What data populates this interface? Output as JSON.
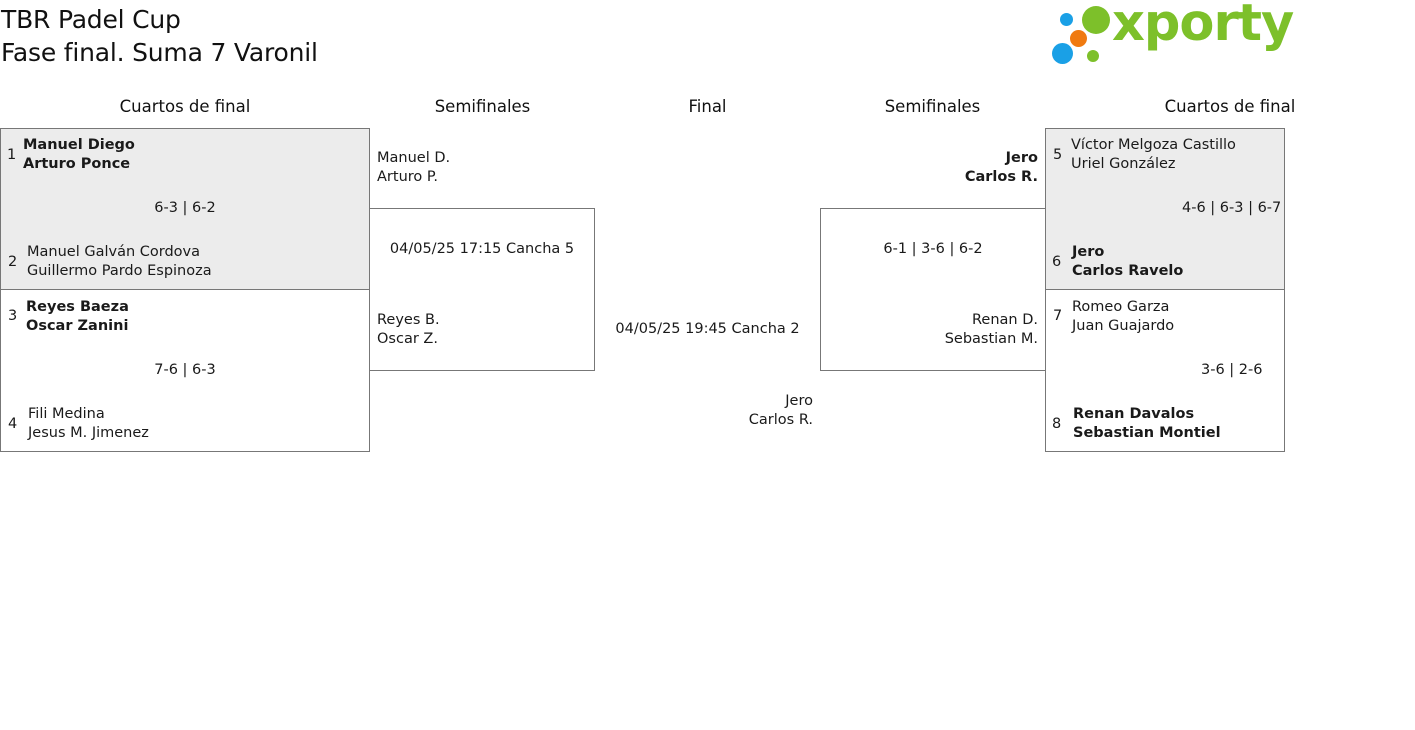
{
  "header": {
    "title_line1": "TBR Padel Cup",
    "title_line2": "Fase final. Suma 7 Varonil",
    "logo_text": "xporty"
  },
  "colors": {
    "logo_green": "#7dc02a",
    "logo_blue": "#1aa0e6",
    "logo_orange": "#f07a10",
    "winner_bg": "#ececec",
    "border": "#777777"
  },
  "rounds": {
    "left_qf": "Cuartos de final",
    "left_sf": "Semifinales",
    "final": "Final",
    "right_sf": "Semifinales",
    "right_qf": "Cuartos de final"
  },
  "quarterfinals": [
    {
      "top": {
        "seed": "1",
        "p1": "Manuel Diego",
        "p2": "Arturo Ponce"
      },
      "bottom": {
        "seed": "2",
        "p1": "Manuel Galván Cordova",
        "p2": "Guillermo Pardo Espinoza"
      },
      "score": "6-3 | 6-2"
    },
    {
      "top": {
        "seed": "3",
        "p1": "Reyes Baeza",
        "p2": "Oscar Zanini"
      },
      "bottom": {
        "seed": "4",
        "p1": "Fili Medina",
        "p2": "Jesus M. Jimenez"
      },
      "score": "7-6 | 6-3"
    },
    {
      "top": {
        "seed": "5",
        "p1": "Víctor Melgoza Castillo",
        "p2": "Uriel González"
      },
      "bottom": {
        "seed": "6",
        "p1": "Jero",
        "p2": "Carlos Ravelo"
      },
      "score": "4-6 | 6-3 | 6-7"
    },
    {
      "top": {
        "seed": "7",
        "p1": "Romeo Garza",
        "p2": "Juan Guajardo"
      },
      "bottom": {
        "seed": "8",
        "p1": "Renan Davalos",
        "p2": "Sebastian Montiel"
      },
      "score": "3-6 | 2-6"
    }
  ],
  "semifinals": [
    {
      "top": {
        "p1": "Manuel D.",
        "p2": "Arturo P."
      },
      "bottom": {
        "p1": "Reyes B.",
        "p2": "Oscar Z."
      },
      "info": "04/05/25 17:15 Cancha 5"
    },
    {
      "top": {
        "p1": "Jero",
        "p2": "Carlos R."
      },
      "bottom": {
        "p1": "Renan D.",
        "p2": "Sebastian M."
      },
      "info": "6-1 | 3-6 | 6-2"
    }
  ],
  "final": {
    "info": "04/05/25 19:45 Cancha 2",
    "team": {
      "p1": "Jero",
      "p2": "Carlos R."
    }
  }
}
